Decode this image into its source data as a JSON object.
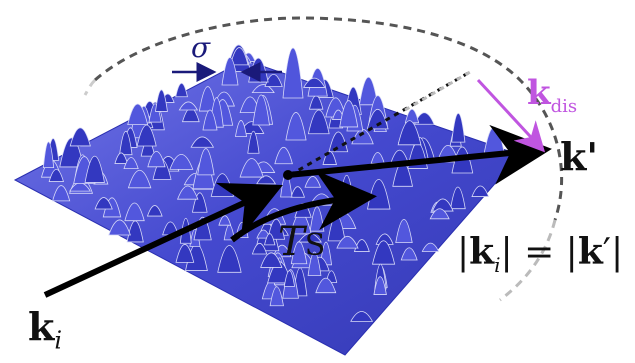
{
  "labels": {
    "sigma": "σ",
    "k_dis_main": "k",
    "k_dis_sub": "dis",
    "k_prime": "k'",
    "k_i_main": "k",
    "k_i_sub": "i",
    "tau_main": "T",
    "tau_sub": "S",
    "equation_lhs_open": "|",
    "equation_lhs_k": "k",
    "equation_lhs_sub": "i",
    "equation_lhs_close": "| = |",
    "equation_rhs_k": "k",
    "equation_rhs_close": "′|"
  },
  "colors": {
    "surface": "#4a4fd8",
    "surface_light": "#c9cbf2",
    "arrow": "#000000",
    "k_dis": "#c055e0",
    "sigma_arrows": "#1a1a7a",
    "dashed_dark": "#555555",
    "dashed_light": "#bbbbbb"
  }
}
